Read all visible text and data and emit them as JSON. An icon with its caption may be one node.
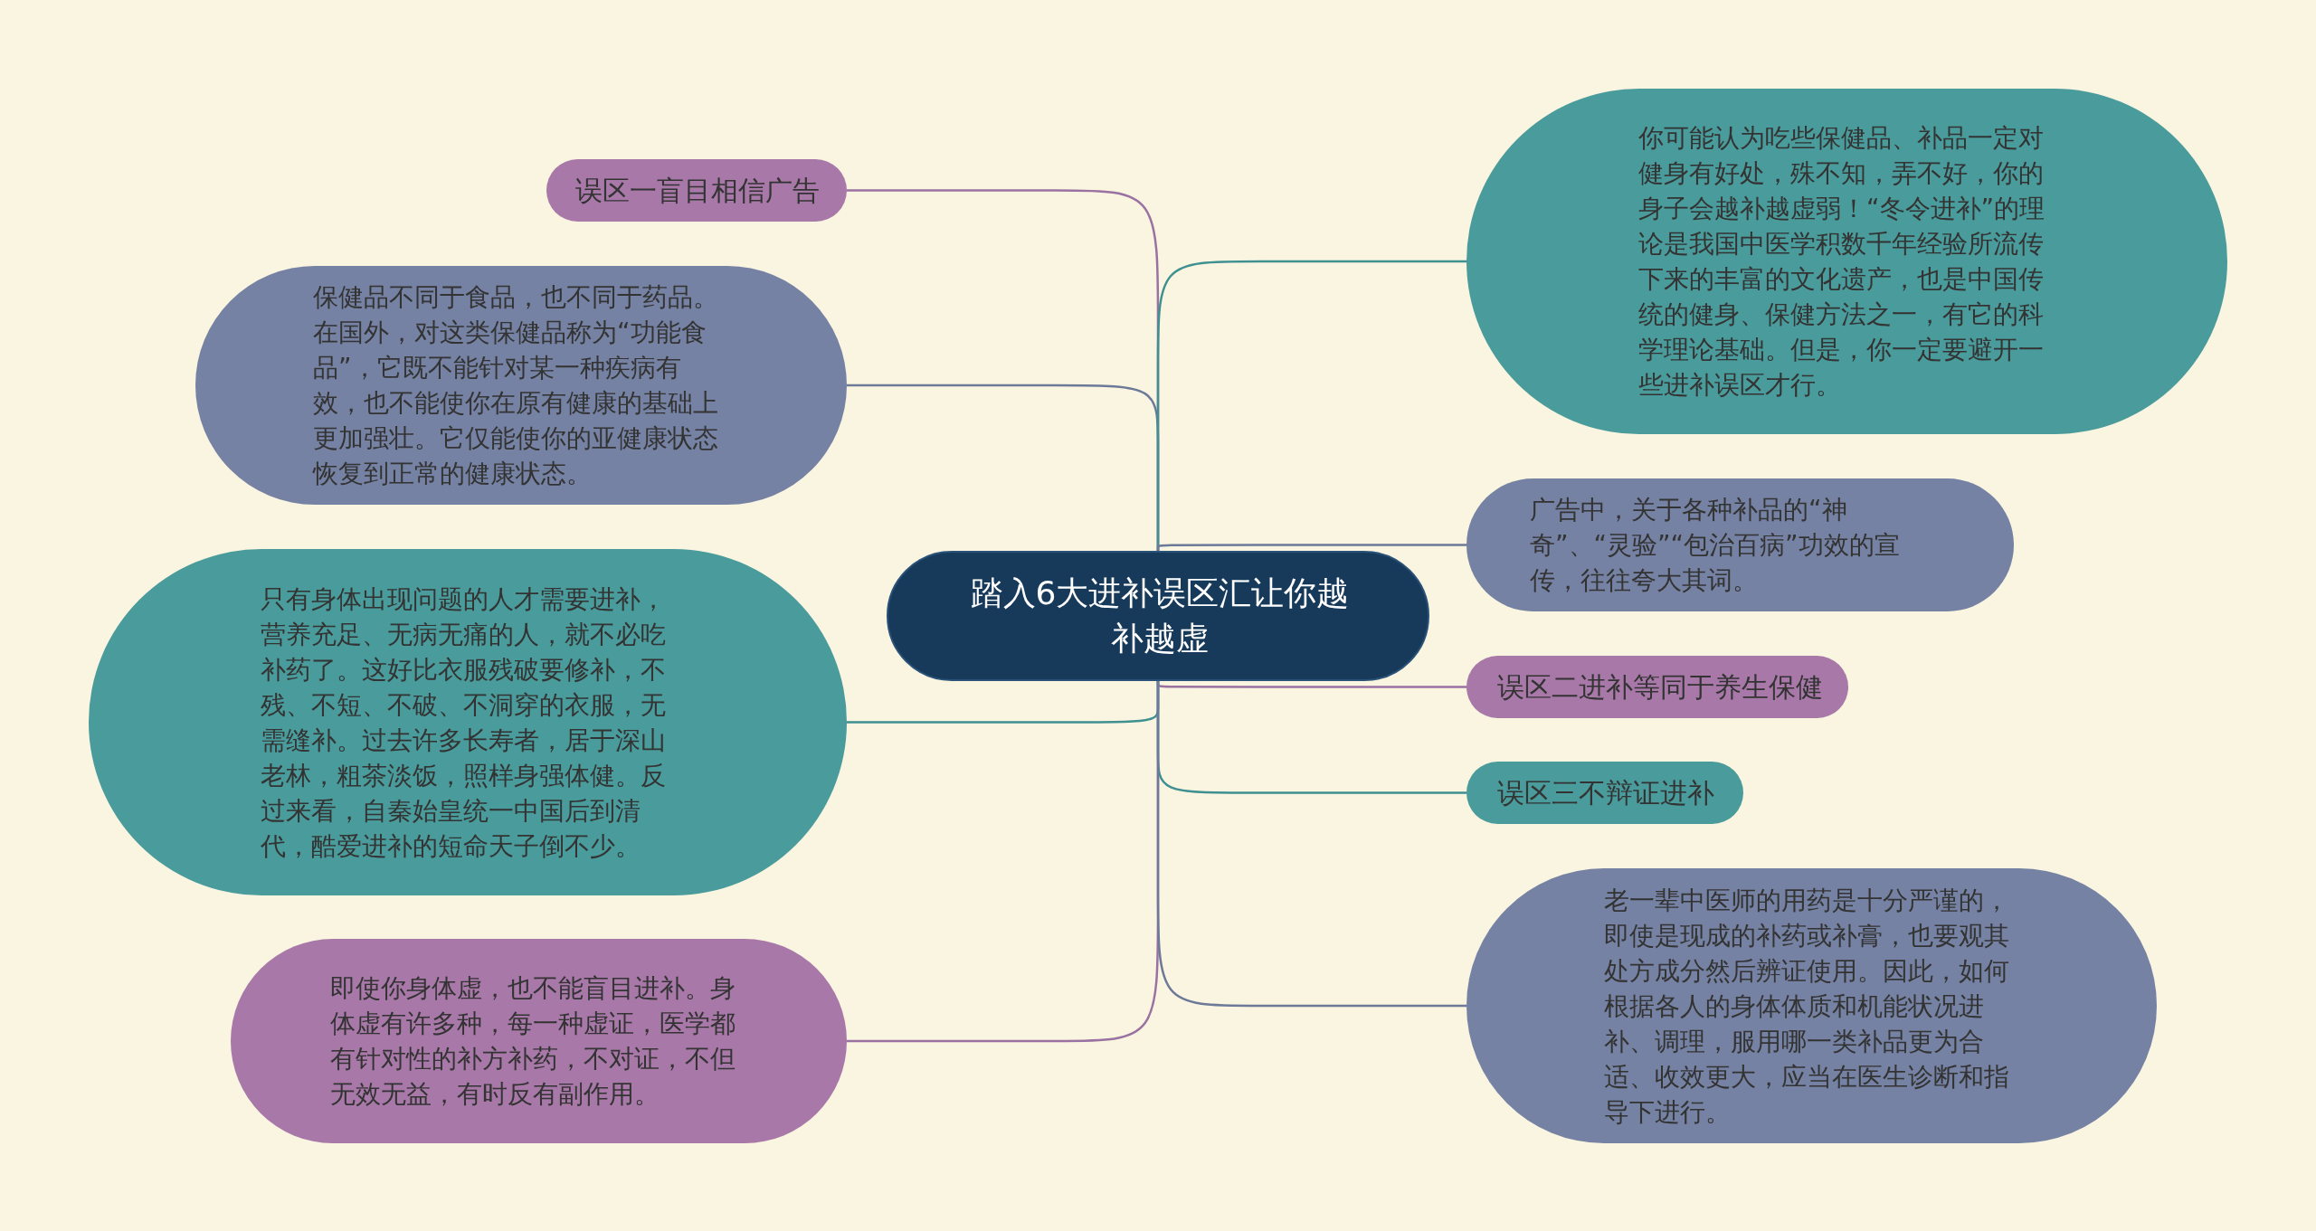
{
  "diagram": {
    "nodes": [
      {
        "text": [
          "踏入6大进补误区汇让你越补越虚"
        ]
      },
      {
        "text": [
          "误区一盲目相信广告"
        ]
      },
      {
        "text": [
          "保健品不同于食品，也不同于药品。在国外，对这类保健品称为“功能食品”，它既不能针对某一种疾病有效，也不能使你在原有健康的基础上更加强壮。它仅能使你的亚健康状态恢复到正常的健康状态。"
        ]
      },
      {
        "text": [
          "只有身体出现问题的人才需要进补，营养充足、无病无痛的人，就不必吃补药了。这好比衣服残破要修补，不残、不短、不破、不洞穿的衣服，无需缝补。过去许多长寿者，居于深山老林，粗茶淡饭，照样身强体健。反过来看，自秦始皇统一中国后到清代，酷爱进补的短命天子倒不少。"
        ]
      },
      {
        "text": [
          "即使你身体虚，也不能盲目进补。身体虚有许多种，每一种虚证，医学都有针对性的补方补药，不对证，不但无效无益，有时反有副作用。"
        ]
      },
      {
        "text": [
          "你可能认为吃些保健品、补品一定对健身有好处，殊不知，弄不好，你的身子会越补越虚弱！“冬令进补”的理论是我国中医学积数千年经验所流传下来的丰富的文化遗产，也是中国传统的健身、保健方法之一，有它的科学理论基础。但是，你一定要避开一些进补误区才行。"
        ]
      },
      {
        "text": [
          "广告中，关于各种补品的“神奇”、“灵验”“包治百病”功效的宣传，往往夸大其词。"
        ]
      },
      {
        "text": [
          "误区二进补等同于养生保健"
        ]
      },
      {
        "text": [
          "误区三不辩证进补"
        ]
      },
      {
        "text": [
          "老一辈中医师的用药是十分严谨的，即使是现成的补药或补膏，也要观其处方成分然后辨证使用。因此，如何根据各人的身体体质和机能状况进补、调理，服用哪一类补品更为合适、收效更大，应当在医生诊断和指导下进行。"
        ]
      }
    ],
    "edges": [
      {
        "from": 0,
        "to": 1,
        "arrow": "none",
        "color": "#9a72a2"
      },
      {
        "from": 0,
        "to": 2,
        "arrow": "none",
        "color": "#6c7999"
      },
      {
        "from": 0,
        "to": 3,
        "arrow": "none",
        "color": "#3f9090"
      },
      {
        "from": 0,
        "to": 4,
        "arrow": "none",
        "color": "#9a72a2"
      },
      {
        "from": 0,
        "to": 5,
        "arrow": "none",
        "color": "#3f9090"
      },
      {
        "from": 0,
        "to": 6,
        "arrow": "none",
        "color": "#6c7999"
      },
      {
        "from": 0,
        "to": 7,
        "arrow": "none",
        "color": "#9a72a2"
      },
      {
        "from": 0,
        "to": 8,
        "arrow": "none",
        "color": "#3f9090"
      },
      {
        "from": 0,
        "to": 9,
        "arrow": "none",
        "color": "#6c7999"
      }
    ]
  }
}
